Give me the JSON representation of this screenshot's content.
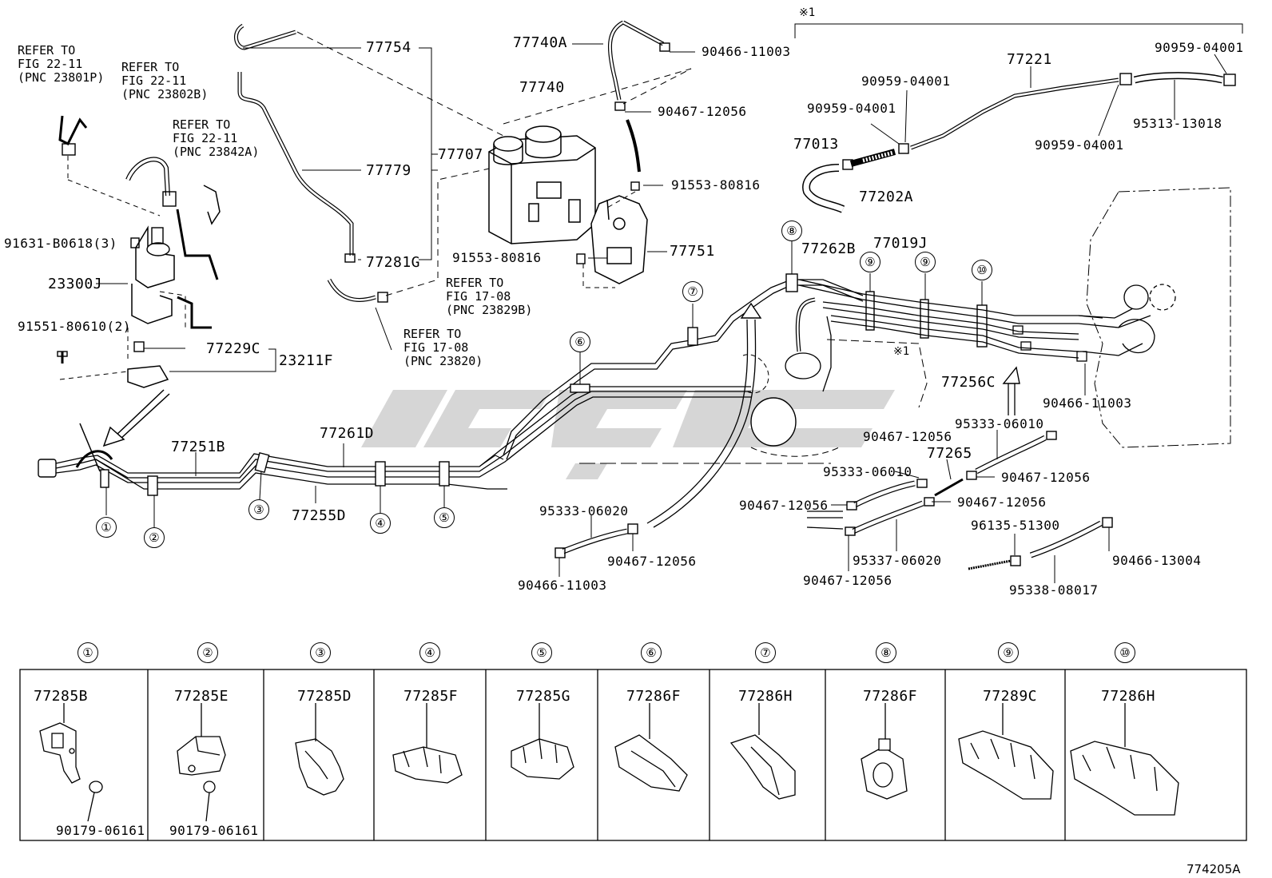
{
  "figure_id": "774205A",
  "note_mark": "※1",
  "refer_notes": [
    {
      "id": "ref-22-11-p",
      "lines": [
        "REFER TO",
        "FIG 22-11",
        "(PNC 23801P)"
      ]
    },
    {
      "id": "ref-22-11-b",
      "lines": [
        "REFER TO",
        "FIG 22-11",
        "(PNC 23802B)"
      ]
    },
    {
      "id": "ref-22-11-a",
      "lines": [
        "REFER TO",
        "FIG 22-11",
        "(PNC 23842A)"
      ]
    },
    {
      "id": "ref-17-08-b",
      "lines": [
        "REFER TO",
        "FIG 17-08",
        "(PNC 23829B)"
      ]
    },
    {
      "id": "ref-17-08",
      "lines": [
        "REFER TO",
        "FIG 17-08",
        "(PNC 23820)"
      ]
    }
  ],
  "parts": {
    "p77754": "77754",
    "p77779": "77779",
    "p77707": "77707",
    "p77281G": "77281G",
    "p77740A": "77740A",
    "p77740": "77740",
    "p90466_11003_top": "90466-11003",
    "p90467_12056_top": "90467-12056",
    "p91553_80816_a": "91553-80816",
    "p91553_80816_b": "91553-80816",
    "p77751": "77751",
    "p77221": "77221",
    "p90959_04001_a": "90959-04001",
    "p90959_04001_b": "90959-04001",
    "p90959_04001_c": "90959-04001",
    "p90959_04001_d": "90959-04001",
    "p95313_13018": "95313-13018",
    "p77013": "77013",
    "p77202A": "77202A",
    "p91631_B0618": "91631-B0618(3)",
    "p23300J": "23300J",
    "p91551_80610": "91551-80610(2)",
    "p77229C": "77229C",
    "p23211F": "23211F",
    "p77262B": "77262B",
    "p77019J": "77019J",
    "p77256C": "77256C",
    "p90466_11003_r": "90466-11003",
    "p95333_06010_a": "95333-06010",
    "p90467_12056_a": "90467-12056",
    "p77265": "77265",
    "p95333_06010_b": "95333-06010",
    "p90467_12056_b": "90467-12056",
    "p90467_12056_c": "90467-12056",
    "p90467_12056_d": "90467-12056",
    "p95337_06020": "95337-06020",
    "p90467_12056_e": "90467-12056",
    "p96135_51300": "96135-51300",
    "p90466_13004": "90466-13004",
    "p95338_08017": "95338-08017",
    "p77251B": "77251B",
    "p77261D": "77261D",
    "p77255D": "77255D",
    "p95333_06020": "95333-06020",
    "p90467_12056_f": "90467-12056",
    "p90466_11003_b": "90466-11003"
  },
  "callouts": [
    "①",
    "②",
    "③",
    "④",
    "⑤",
    "⑥",
    "⑦",
    "⑧",
    "⑨",
    "⑩"
  ],
  "clamp_table": [
    {
      "num": "①",
      "part": "77285B",
      "sub": "90179-06161"
    },
    {
      "num": "②",
      "part": "77285E",
      "sub": "90179-06161"
    },
    {
      "num": "③",
      "part": "77285D",
      "sub": ""
    },
    {
      "num": "④",
      "part": "77285F",
      "sub": ""
    },
    {
      "num": "⑤",
      "part": "77285G",
      "sub": ""
    },
    {
      "num": "⑥",
      "part": "77286F",
      "sub": ""
    },
    {
      "num": "⑦",
      "part": "77286H",
      "sub": ""
    },
    {
      "num": "⑧",
      "part": "77286F",
      "sub": ""
    },
    {
      "num": "⑨",
      "part": "77289C",
      "sub": ""
    },
    {
      "num": "⑩",
      "part": "77286H",
      "sub": ""
    }
  ]
}
